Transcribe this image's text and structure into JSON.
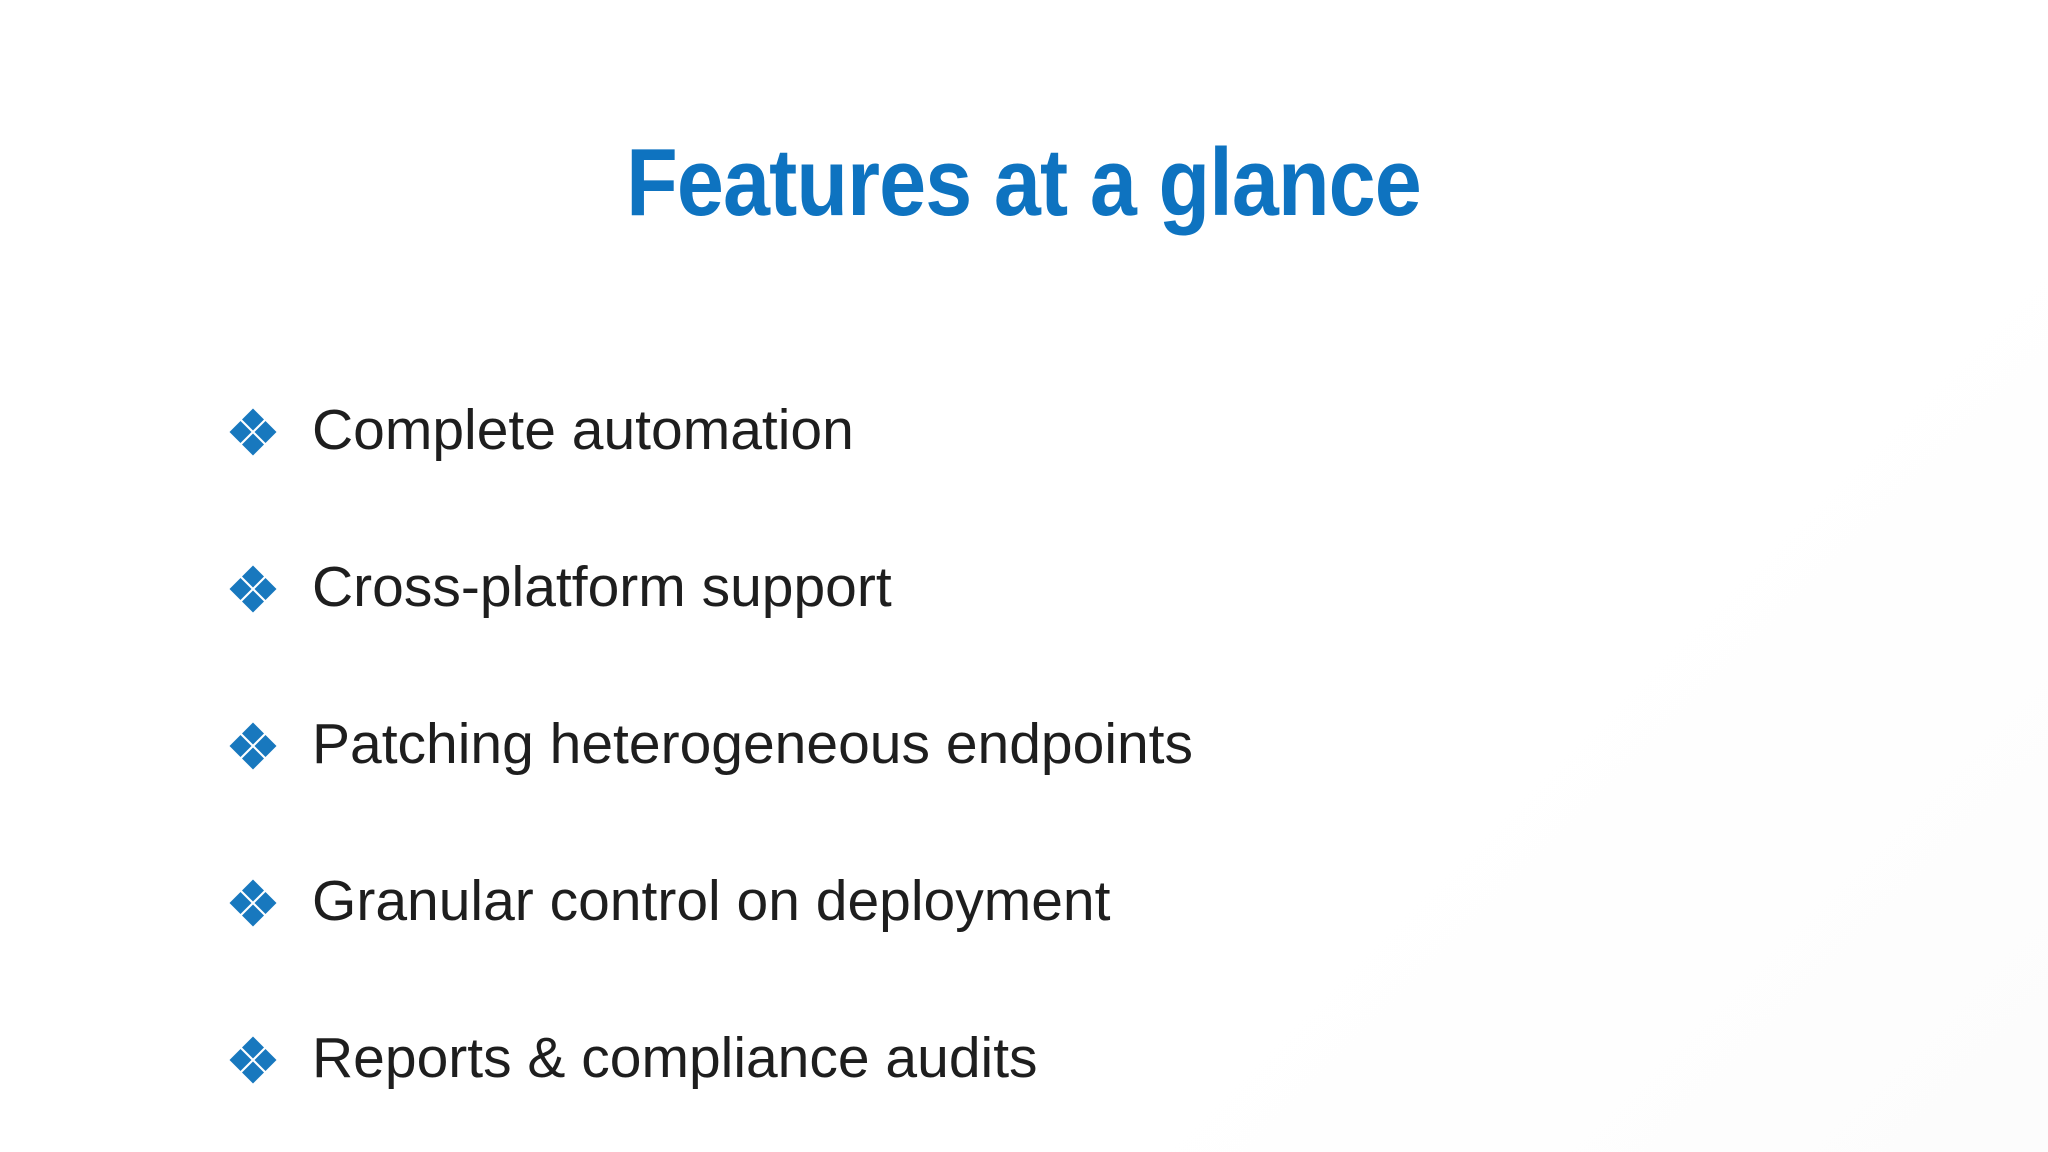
{
  "slide": {
    "title": "Features at a glance",
    "features": [
      "Complete automation",
      "Cross-platform support",
      "Patching heterogeneous endpoints",
      "Granular control on deployment",
      "Reports & compliance audits"
    ],
    "bullet_icon": "four-diamonds-icon",
    "colors": {
      "title_blue": "#0e73c0",
      "bullet_blue": "#1878be",
      "body_text": "#1e1e1e",
      "background": "#ffffff"
    }
  }
}
